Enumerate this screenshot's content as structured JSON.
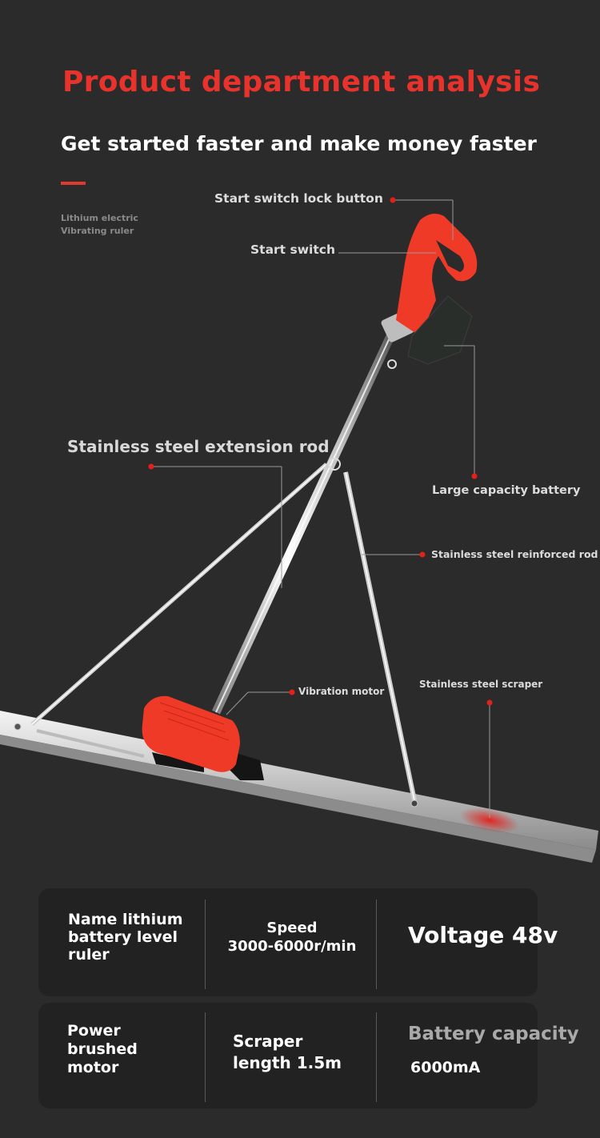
{
  "header": {
    "title": "Product department analysis",
    "subtitle": "Get started faster and make money faster",
    "caption_line1": "Lithium electric",
    "caption_line2": "Vibrating ruler"
  },
  "callouts": {
    "lock_button": "Start switch lock button",
    "start_switch": "Start switch",
    "extension_rod": "Stainless steel extension rod",
    "battery": "Large capacity battery",
    "reinforced_rod": "Stainless steel reinforced rod",
    "vibration_motor": "Vibration motor",
    "scraper": "Stainless steel scraper"
  },
  "specs": {
    "row1": {
      "name": [
        "Name lithium",
        "battery level",
        "ruler"
      ],
      "speed_label": "Speed",
      "speed_value": "3000-6000r/min",
      "voltage": "Voltage 48v"
    },
    "row2": {
      "power": [
        "Power",
        "brushed",
        "motor"
      ],
      "scraper": [
        "Scraper",
        "length 1.5m"
      ],
      "battery_label": "Battery capacity",
      "battery_value": "6000mA"
    }
  },
  "colors": {
    "background": "#2b2b2b",
    "accent_red": "#e8322c",
    "card_bg": "#222222",
    "tool_red": "#f03a28"
  }
}
